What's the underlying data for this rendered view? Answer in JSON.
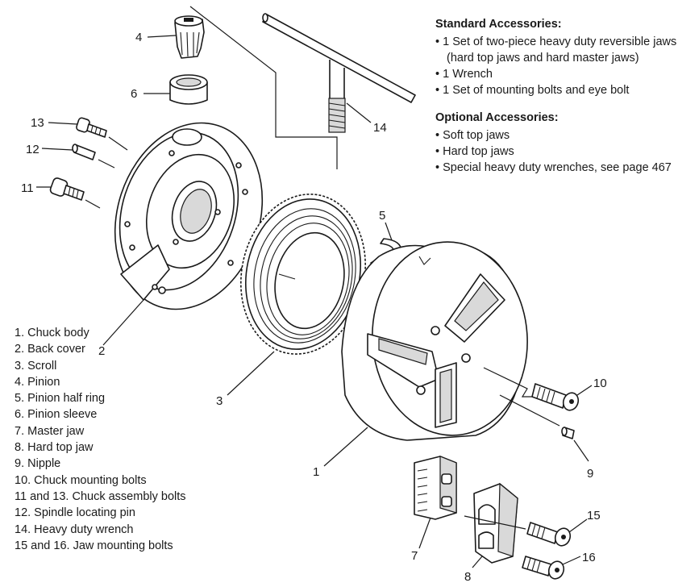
{
  "standard_accessories": {
    "heading": "Standard Accessories:",
    "items": [
      "1 Set of two-piece heavy duty reversible jaws (hard top jaws and hard master jaws)",
      "1 Wrench",
      "1 Set of mounting bolts and eye bolt"
    ]
  },
  "optional_accessories": {
    "heading": "Optional Accessories:",
    "items": [
      "Soft top jaws",
      "Hard top jaws",
      "Special heavy duty wrenches, see page 467"
    ]
  },
  "parts_list": [
    "1. Chuck body",
    "2. Back cover",
    "3. Scroll",
    "4. Pinion",
    "5. Pinion half ring",
    "6. Pinion sleeve",
    "7. Master jaw",
    "8. Hard top jaw",
    "9. Nipple",
    "10. Chuck mounting bolts",
    "11 and 13. Chuck assembly bolts",
    "12. Spindle locating pin",
    "14. Heavy duty wrench",
    "15 and 16. Jaw mounting bolts"
  ],
  "callouts": {
    "c1": "1",
    "c2": "2",
    "c3": "3",
    "c4": "4",
    "c5": "5",
    "c6": "6",
    "c7": "7",
    "c8": "8",
    "c9": "9",
    "c10": "10",
    "c11": "11",
    "c12": "12",
    "c13": "13",
    "c14": "14",
    "c15": "15",
    "c16": "16"
  }
}
